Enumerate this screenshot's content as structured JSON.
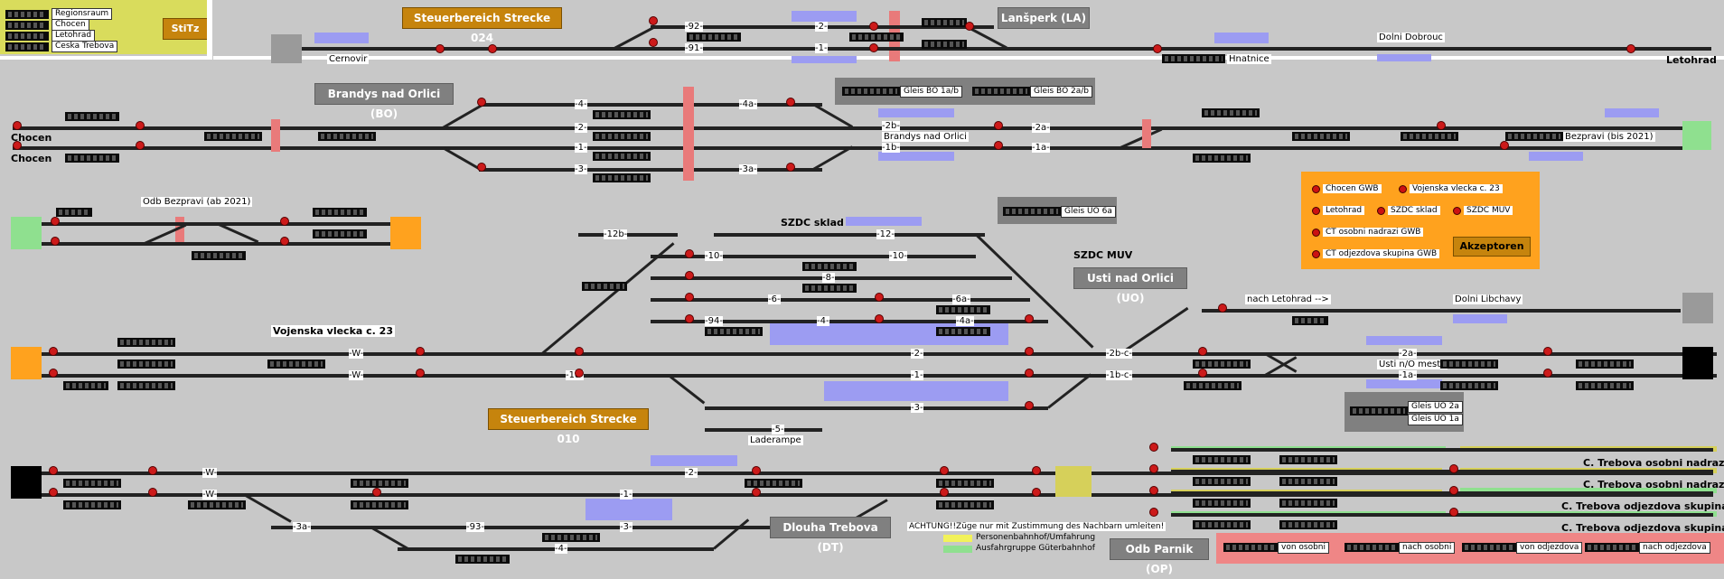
{
  "legend_top_left": {
    "items": [
      "Regionsraum",
      "Chocen",
      "Letohrad",
      "Ceska Trebova"
    ],
    "button": "StiTz"
  },
  "sectors": {
    "strecke_024": "Steuerbereich Strecke 024",
    "strecke_010": "Steuerbereich Strecke 010"
  },
  "stations": {
    "lanspert": "Lanšperk (LA)",
    "brandys": "Brandys nad Orlici (BO)",
    "usti": "Usti nad Orlici (UO)",
    "dlouha": "Dlouha Trebova (DT)",
    "odb_parnik": "Odb Parnik (OP)"
  },
  "gleis_boxes": {
    "bo": [
      "Gleis BO 1a/b",
      "Gleis BO 2a/b"
    ],
    "uo_6a": "Gleis UO 6a",
    "uo_2a_1a": [
      "Gleis UO 2a",
      "Gleis UO 1a"
    ]
  },
  "labels": {
    "cernovir": "Cernovir",
    "hnatnice": "Hnatnice",
    "dolni_dobrouc": "Dolni Dobrouc",
    "letohrad": "Letohrad",
    "chocen1": "Chocen",
    "chocen2": "Chocen",
    "brandys_nad_orlici": "Brandys nad Orlici",
    "bezpravi_bis": "Bezpravi (bis 2021)",
    "odb_bezpravi_ab": "Odb Bezpravi (ab 2021)",
    "szdc_sklad": "SZDC sklad",
    "szdc_muv": "SZDC MUV",
    "vojenska": "Vojenska vlecka c. 23",
    "nach_letohrad": "nach Letohrad -->",
    "dolni_libchavy": "Dolni Libchavy",
    "usti_mesto": "Usti n/O mesto",
    "laderampe": "Laderampe",
    "ct_osobni1": "C. Trebova osobni nadrazi",
    "ct_osobni2": "C. Trebova osobni nadrazi",
    "ct_odjezdova1": "C. Trebova odjezdova skupina",
    "ct_odjezdova2": "C. Trebova odjezdova skupina"
  },
  "track_numbers": {
    "t92": "-92-",
    "t91": "-91-",
    "t2": "-2-",
    "t1": "-1-",
    "bo4": "-4-",
    "bo2": "-2-",
    "bo1": "-1-",
    "bo3": "-3-",
    "bo4a": "-4a-",
    "bo3a": "-3a-",
    "bo2b": "-2b-",
    "bo1b": "-1b-",
    "bo2a": "-2a-",
    "bo1a": "-1a-",
    "uo12b": "-12b-",
    "uo12": "-12-",
    "uo10": "-10-",
    "uo8": "-8-",
    "uo6": "-6-",
    "uo6a": "-6a-",
    "uo94": "-94-",
    "uo4": "-4-",
    "uo4a": "-4a-",
    "uo2": "-2-",
    "uo1": "-1-",
    "uo3": "-3-",
    "uo5": "-5-",
    "uo1d": "-1d-",
    "uo2bc": "-2b-c-",
    "uo1bc": "-1b-c-",
    "uo2a": "-2a-",
    "uo1a": "-1a-",
    "w1": "-W-",
    "w2": "-W-",
    "w3": "-W-",
    "w4": "-W-",
    "dt2": "-2-",
    "dt1": "-1-",
    "dt3": "-3-",
    "dt3a": "-3a-",
    "dt4": "-4-",
    "dt93": "-93-"
  },
  "akzeptoren": {
    "items": [
      "Chocen GWB",
      "Vojenska vlecka c. 23",
      "Letohrad",
      "SZDC sklad",
      "SZDC MUV",
      "CT osobni nadrazi GWB",
      "CT odjezdova skupina GWB"
    ],
    "button": "Akzeptoren"
  },
  "notes": {
    "achtung": "ACHTUNG!!Züge nur mit Zustimmung des   Nachbarn umleiten!",
    "personen": "Personenbahnhof/Umfahrung",
    "gueter": "Ausfahrgruppe Güterbahnhof"
  },
  "bottom_right": {
    "von_osobni": "von osobni",
    "nach_osobni": "nach osobni",
    "von_odjezdova": "von odjezdova",
    "nach_odjezdova": "nach odjezdova"
  },
  "colors": {
    "background": "#c8c8c8",
    "yellow_panel": "#d9dc5c",
    "station_grey": "#808080",
    "sector_orange": "#c6840d",
    "accent_orange": "#ffa21e",
    "occupied_blue": "#9c9cf2",
    "signal_red": "#cc1a1a",
    "route_green": "#8fe08f",
    "warning_pink": "#ef8686"
  }
}
